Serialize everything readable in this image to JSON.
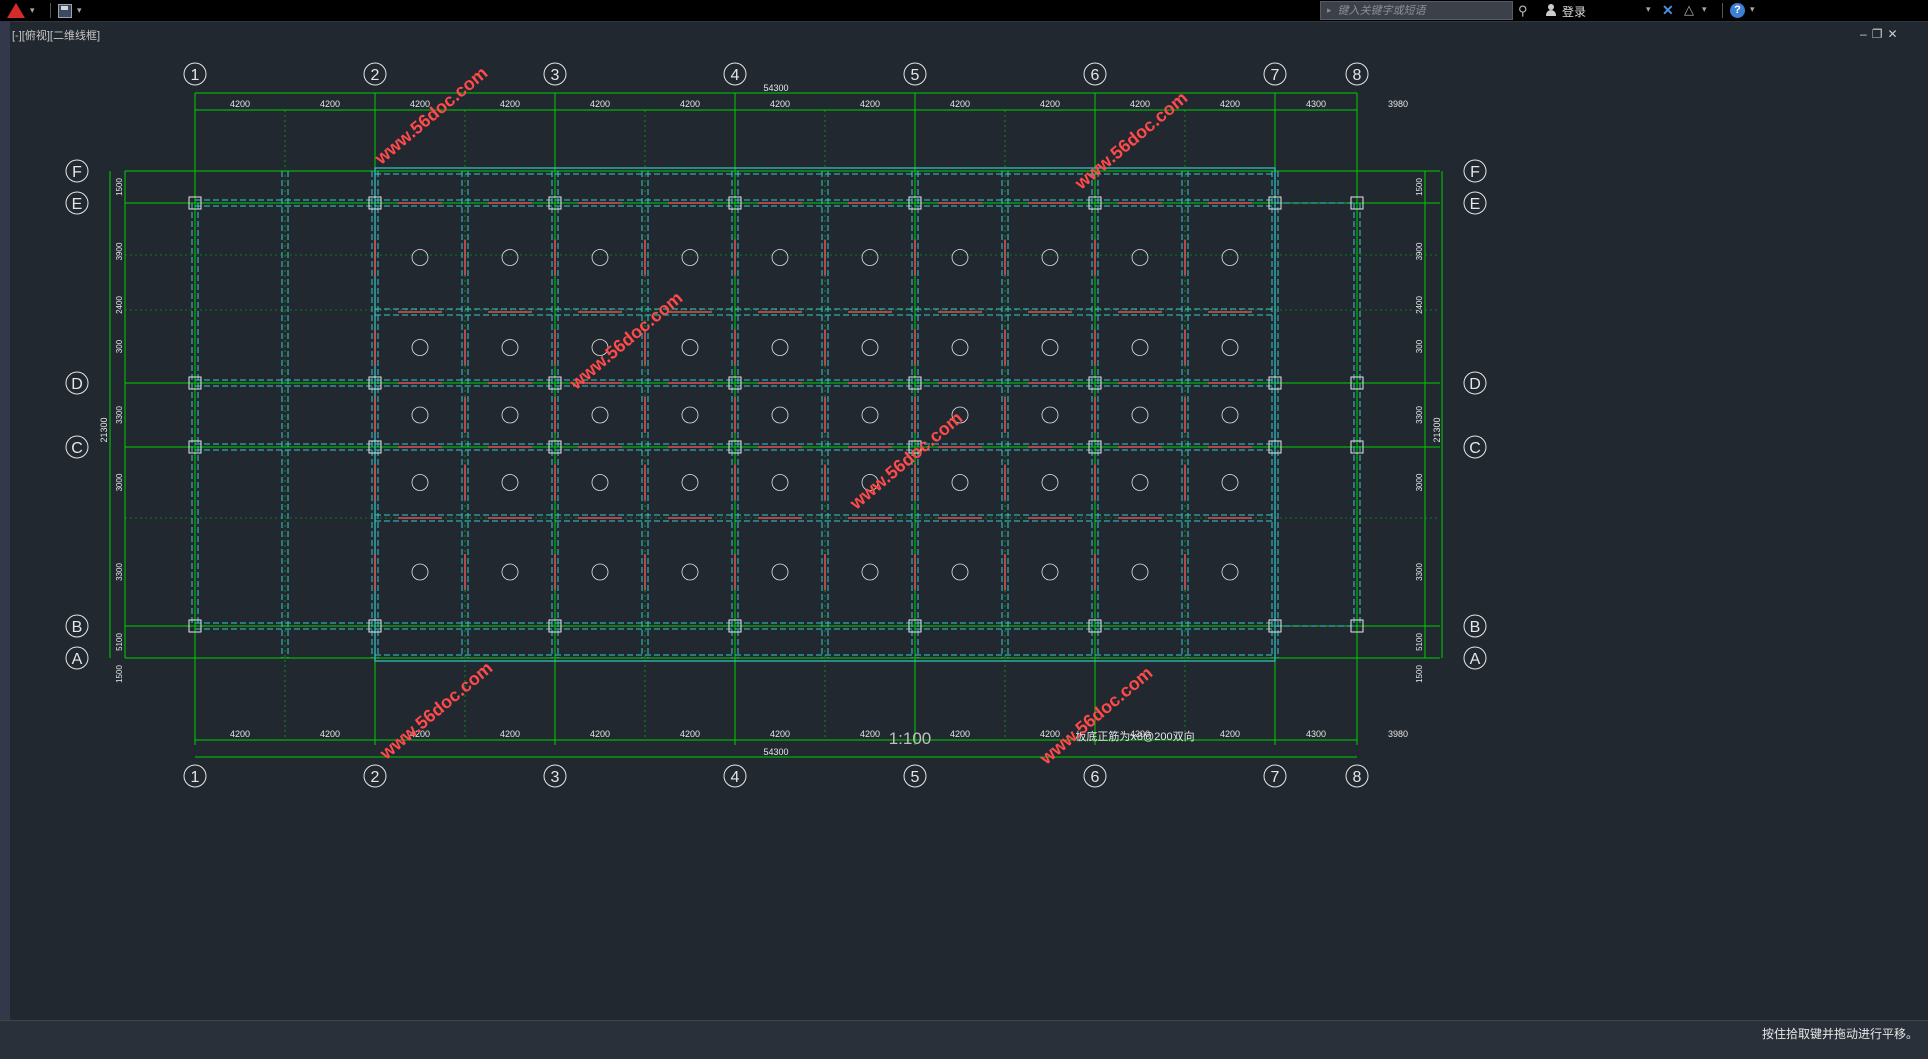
{
  "titlebar": {
    "app_icon": "autocad-logo-icon",
    "search_placeholder": "键入关键字或短语",
    "login_label": "登录",
    "icons": [
      "binoculars-icon",
      "user-icon",
      "exchange-icon",
      "a360-icon",
      "help-icon"
    ]
  },
  "viewport": {
    "view_label": "[-][俯视][二维线框]"
  },
  "drawing": {
    "axes_x": [
      "1",
      "2",
      "3",
      "4",
      "5",
      "6",
      "7",
      "8"
    ],
    "axes_y": [
      "F",
      "E",
      "D",
      "C",
      "B",
      "A"
    ],
    "top_total": "54300",
    "bottom_total": "54300",
    "top_dims": [
      "4200",
      "4200",
      "4200",
      "4200",
      "4200",
      "4200",
      "4200",
      "4200",
      "4200",
      "4200",
      "4200",
      "4200",
      "4300",
      "3980"
    ],
    "bottom_dims": [
      "4200",
      "4200",
      "4200",
      "4200",
      "4200",
      "4200",
      "4200",
      "4200",
      "4200",
      "4200",
      "4200",
      "4200",
      "4300",
      "3980"
    ],
    "left_dims": [
      "1500",
      "3900",
      "2400",
      "300",
      "3300",
      "3000",
      "3300",
      "5100",
      "1500"
    ],
    "right_dims": [
      "1500",
      "3900",
      "2400",
      "300",
      "3300",
      "3000",
      "3300",
      "5100",
      "1500"
    ],
    "side_total": "21300",
    "scale": "1:100",
    "note": "板底正筋为ⅹ8@200双向",
    "watermark": "www.56doc.com"
  },
  "statusbar": {
    "message": "按住拾取键并拖动进行平移。"
  },
  "colors": {
    "axis": "#e6e6e6",
    "grid": "#00d000",
    "beam": "#36c7c9",
    "rebar": "#ff5c5c",
    "watermark": "#ff4a4a"
  }
}
